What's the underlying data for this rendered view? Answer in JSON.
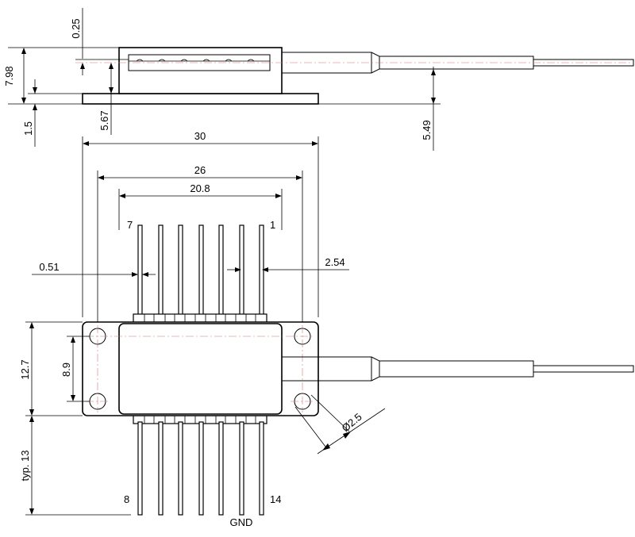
{
  "dimensions": {
    "top_step": "0.25",
    "total_height": "7.98",
    "base_thickness": "1.5",
    "body_height": "5.67",
    "fiber_height": "5.49",
    "overall_length": "30",
    "hole_spacing": "26",
    "pin_span": "20.8",
    "pin_width": "0.51",
    "pin_pitch": "2.54",
    "flange_width": "12.7",
    "hole_pitch": "8.9",
    "pin_length": "typ. 13",
    "hole_diameter": "Ø2.5"
  },
  "pins": {
    "top_left": "7",
    "top_right": "1",
    "bottom_left": "8",
    "bottom_right": "14",
    "ground": "GND"
  },
  "colors": {
    "line": "#000000",
    "centerline": "#cc7777"
  }
}
